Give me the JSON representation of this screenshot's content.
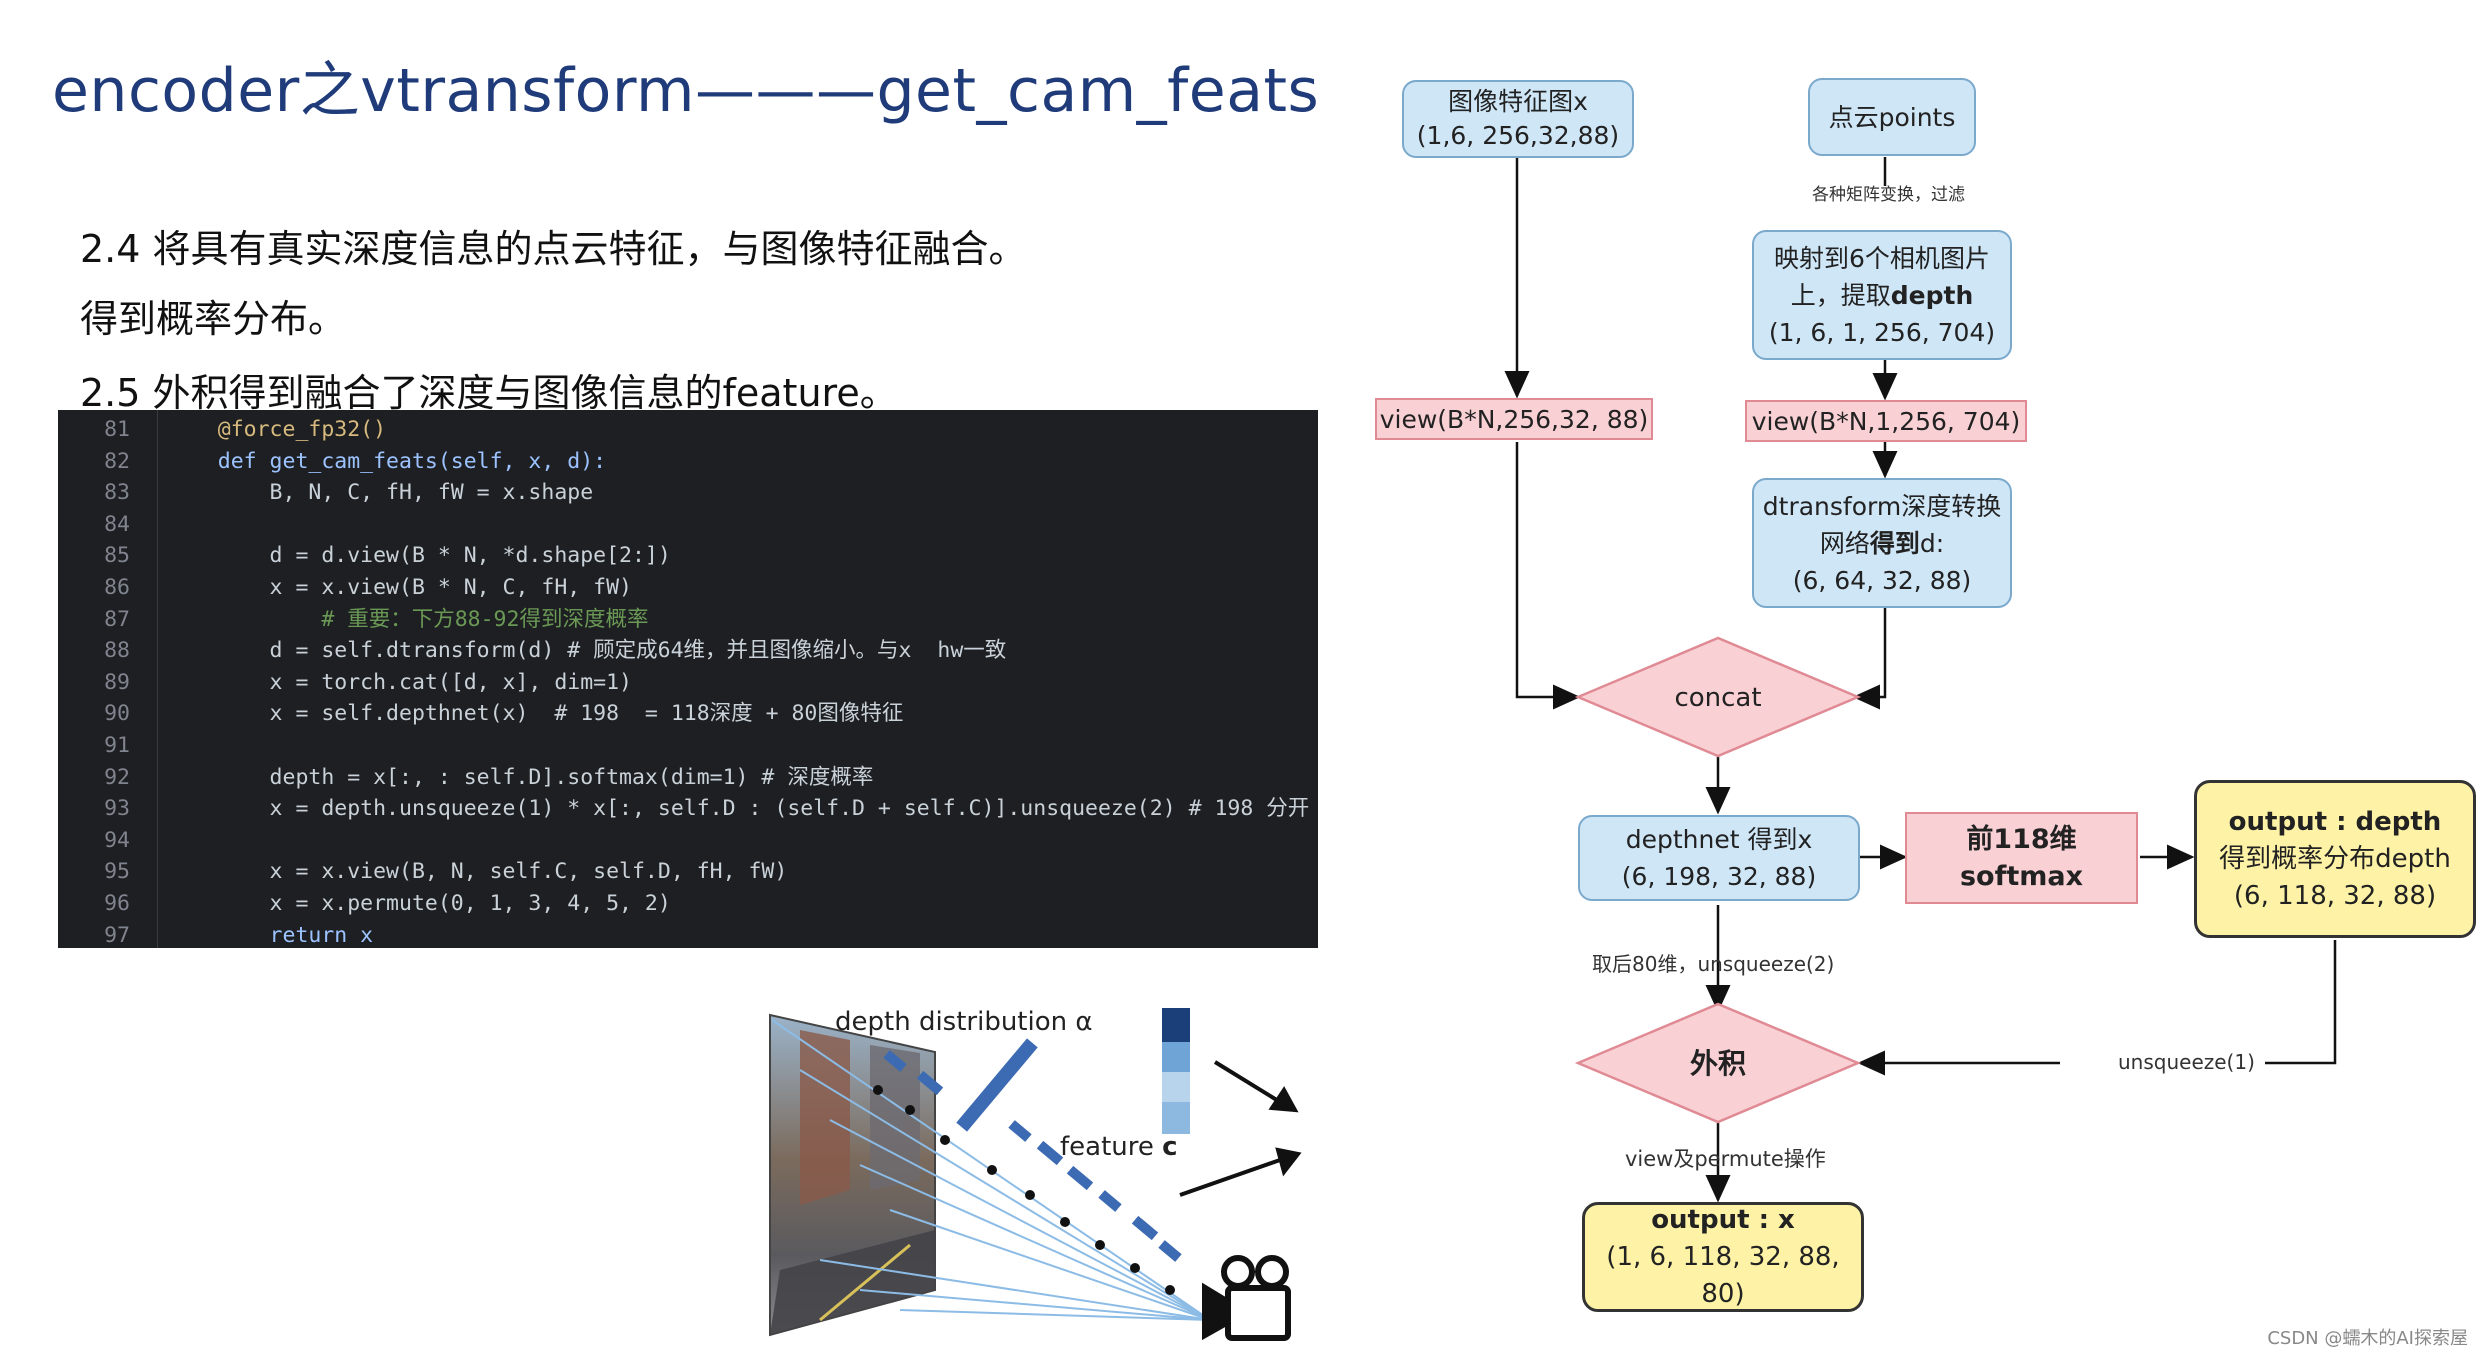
{
  "title": "encoder之vtransform———get_cam_feats",
  "bullets": [
    "2.4 将具有真实深度信息的点云特征，与图像特征融合。",
    "得到概率分布。",
    "2.5 外积得到融合了深度与图像信息的feature。"
  ],
  "code": {
    "line_numbers": [
      "81",
      "82",
      "83",
      "84",
      "85",
      "86",
      "87",
      "88",
      "89",
      "90",
      "91",
      "92",
      "93",
      "94",
      "95",
      "96",
      "97"
    ],
    "lines": [
      "    @force_fp32()",
      "    def get_cam_feats(self, x, d):",
      "        B, N, C, fH, fW = x.shape",
      "",
      "        d = d.view(B * N, *d.shape[2:])",
      "        x = x.view(B * N, C, fH, fW)",
      "            # 重要：下方88-92得到深度概率",
      "        d = self.dtransform(d) # 顾定成64维，并且图像缩小。与x  hw一致",
      "        x = torch.cat([d, x], dim=1)",
      "        x = self.depthnet(x)  # 198  = 118深度 + 80图像特征",
      "",
      "        depth = x[:, : self.D].softmax(dim=1) # 深度概率",
      "        x = depth.unsqueeze(1) * x[:, self.D : (self.D + self.C)].unsqueeze(2) # 198 分开",
      "",
      "        x = x.view(B, N, self.C, self.D, fH, fW)",
      "        x = x.permute(0, 1, 3, 4, 5, 2)",
      "        return x"
    ]
  },
  "photo": {
    "depth_label": "depth distribution α",
    "feature_label_prefix": "feature ",
    "feature_label_bold": "c"
  },
  "flow": {
    "img_feat": [
      "图像特征图x",
      "(1,6, 256,32,88)"
    ],
    "points": "点云points",
    "transform_note": "各种矩阵变换，过滤",
    "project": [
      "映射到6个相机图片",
      "上，提取",
      "depth",
      "(1, 6, 1, 256, 704)"
    ],
    "view_left": "view(B*N,256,32, 88)",
    "view_right": "view(B*N,1,256, 704)",
    "dtransform": [
      "dtransform深度转换",
      "网络",
      "得到",
      "d:",
      "(6, 64, 32, 88)"
    ],
    "concat": "concat",
    "depthnet": [
      "depthnet  得到x",
      "(6, 198, 32, 88)"
    ],
    "softmax": "前118维softmax",
    "out_depth": [
      "output : depth",
      "得到概率分布depth",
      "(6, 118, 32, 88)"
    ],
    "take80": "取后80维，unsqueeze(2)",
    "outer": "外积",
    "unsq1": "unsqueeze(1)",
    "viewperm": "view及permute操作",
    "out_x": [
      "output : x",
      "(1, 6, 118, 32, 88, 80)"
    ]
  },
  "watermark": "CSDN @蠕木的AI探索屋",
  "colors": {
    "title": "#1f3b7a",
    "blue_fill": "#cfe6f7",
    "pink_fill": "#f9d1d5",
    "yellow_fill": "#fdf2a6",
    "code_bg": "#1e1f22"
  }
}
